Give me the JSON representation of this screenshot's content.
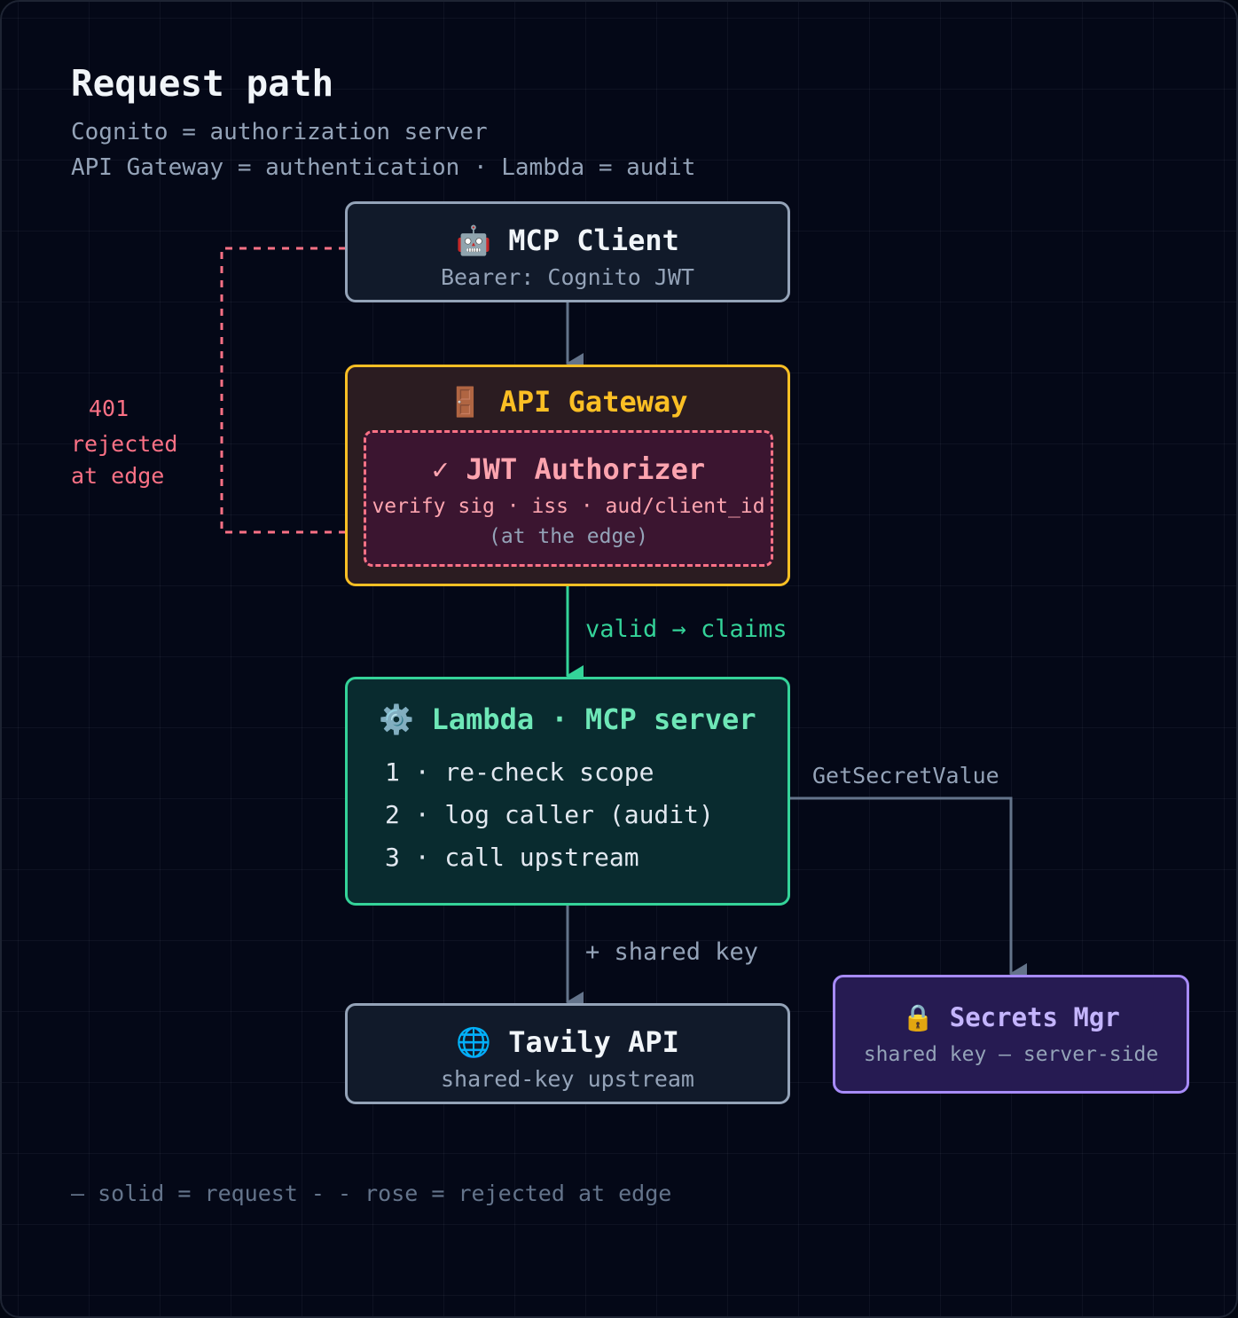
{
  "title": "Request path",
  "subtitle_line1": "Cognito = authorization server",
  "subtitle_line2": "API Gateway = authentication · Lambda = audit",
  "client": {
    "icon": "robot-icon",
    "glyph": "🤖",
    "title": "MCP Client",
    "subtitle": "Bearer: Cognito JWT"
  },
  "gateway": {
    "icon": "door-icon",
    "glyph": "🚪",
    "title": "API Gateway"
  },
  "authorizer": {
    "glyph": "✓",
    "title": "JWT Authorizer",
    "line1": "verify sig · iss · aud/client_id",
    "line2": "(at the edge)"
  },
  "reject": {
    "line1": "401",
    "line2": "rejected",
    "line3": "at edge"
  },
  "edge_valid": "valid → claims",
  "lambda": {
    "icon": "gear-icon",
    "glyph": "⚙️",
    "title": "Lambda · MCP server",
    "steps": [
      "1 · re-check scope",
      "2 · log caller (audit)",
      "3 · call upstream"
    ]
  },
  "edge_secret": "GetSecretValue",
  "edge_key": "+ shared key",
  "tavily": {
    "icon": "globe-icon",
    "glyph": "🌐",
    "title": "Tavily API",
    "subtitle": "shared-key upstream"
  },
  "secrets": {
    "icon": "lock-icon",
    "glyph": "🔒",
    "title": "Secrets Mgr",
    "subtitle": "shared key — server-side"
  },
  "legend": "— solid = request - - rose = rejected at edge",
  "colors": {
    "client_border": "#94a3b8",
    "gateway_border": "#fbbf24",
    "reject_rose": "#fb7185",
    "lambda_green": "#34d399",
    "secrets_violet": "#a78bfa",
    "arrow_slate": "#64748b"
  }
}
